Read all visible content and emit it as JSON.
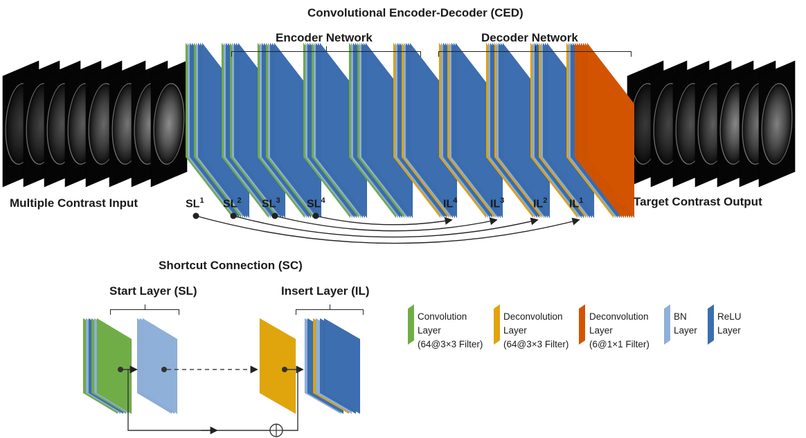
{
  "title": "Convolutional Encoder-Decoder (CED)",
  "encoder_label": "Encoder Network",
  "decoder_label": "Decoder Network",
  "input_label": "Multiple Contrast Input",
  "output_label": "Target Contrast Output",
  "start_layers": [
    {
      "base": "SL",
      "sup": "1"
    },
    {
      "base": "SL",
      "sup": "2"
    },
    {
      "base": "SL",
      "sup": "3"
    },
    {
      "base": "SL",
      "sup": "4"
    }
  ],
  "insert_layers": [
    {
      "base": "IL",
      "sup": "4"
    },
    {
      "base": "IL",
      "sup": "3"
    },
    {
      "base": "IL",
      "sup": "2"
    },
    {
      "base": "IL",
      "sup": "1"
    }
  ],
  "shortcut": {
    "title": "Shortcut Connection (SC)",
    "start_label": "Start Layer (SL)",
    "insert_label": "Insert Layer (IL)"
  },
  "legend": [
    {
      "name": "conv",
      "color": "#70ad47",
      "lines": [
        "Convolution",
        "Layer",
        "(64@3×3 Filter)"
      ]
    },
    {
      "name": "deconv",
      "color": "#e0a50c",
      "lines": [
        "Deconvolution",
        "Layer",
        "(64@3×3 Filter)"
      ]
    },
    {
      "name": "deconv-final",
      "color": "#d35400",
      "lines": [
        "Deconvolution",
        "Layer",
        "(6@1×1 Filter)"
      ]
    },
    {
      "name": "bn",
      "color": "#8fb0d9",
      "lines": [
        "BN",
        "Layer"
      ]
    },
    {
      "name": "relu",
      "color": "#3c6eb0",
      "lines": [
        "ReLU",
        "Layer"
      ]
    }
  ],
  "colors": {
    "conv": "#70ad47",
    "deconv": "#e0a50c",
    "deconv_final": "#d35400",
    "bn": "#8fb0d9",
    "relu": "#3c6eb0"
  }
}
